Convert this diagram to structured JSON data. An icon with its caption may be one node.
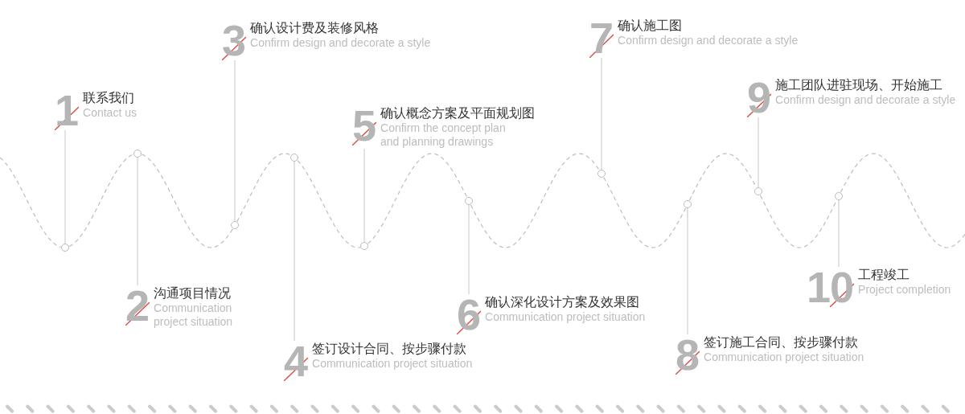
{
  "diagram": {
    "nodes": [
      {
        "text": [
          "1",
          "联系我们",
          "Contact us"
        ]
      },
      {
        "text": [
          "2",
          "沟通项目情况",
          "Communication project situation"
        ]
      },
      {
        "text": [
          "3",
          "确认设计费及装修风格",
          "Confirm design and decorate a style"
        ]
      },
      {
        "text": [
          "4",
          "签订设计合同、按步骤付款",
          "Communication project situation"
        ]
      },
      {
        "text": [
          "5",
          "确认概念方案及平面规划图",
          "Confirm the concept plan and planning drawings"
        ]
      },
      {
        "text": [
          "6",
          "确认深化设计方案及效果图",
          "Communication project situation"
        ]
      },
      {
        "text": [
          "7",
          "确认施工图",
          "Confirm design and decorate a style"
        ]
      },
      {
        "text": [
          "8",
          "签订施工合同、按步骤付款",
          "Communication project situation"
        ]
      },
      {
        "text": [
          "9",
          "施工团队进驻现场、开始施工",
          "Confirm design and decorate a style"
        ]
      },
      {
        "text": [
          "10",
          "工程竣工",
          "Project completion"
        ]
      },
      {
        "text": [],
        "shape": "circle"
      },
      {
        "text": [],
        "shape": "circle"
      },
      {
        "text": [],
        "shape": "circle"
      },
      {
        "text": [],
        "shape": "circle"
      },
      {
        "text": [],
        "shape": "circle"
      },
      {
        "text": [],
        "shape": "circle"
      },
      {
        "text": [],
        "shape": "circle"
      },
      {
        "text": [],
        "shape": "circle"
      },
      {
        "text": [],
        "shape": "circle"
      },
      {
        "text": [],
        "shape": "circle"
      }
    ],
    "edges": [
      {
        "from": 0,
        "to": 10,
        "arrow": "none"
      },
      {
        "from": 1,
        "to": 11,
        "arrow": "none"
      },
      {
        "from": 2,
        "to": 12,
        "arrow": "none"
      },
      {
        "from": 3,
        "to": 13,
        "arrow": "none"
      },
      {
        "from": 4,
        "to": 14,
        "arrow": "none"
      },
      {
        "from": 5,
        "to": 15,
        "arrow": "none"
      },
      {
        "from": 6,
        "to": 16,
        "arrow": "none"
      },
      {
        "from": 7,
        "to": 17,
        "arrow": "none"
      },
      {
        "from": 8,
        "to": 18,
        "arrow": "none"
      },
      {
        "from": 9,
        "to": 19,
        "arrow": "none"
      },
      {
        "from": null,
        "to": 10,
        "arrow": "none",
        "style": "dashed"
      },
      {
        "from": 10,
        "to": 11,
        "arrow": "none",
        "style": "dashed"
      },
      {
        "from": 11,
        "to": 12,
        "arrow": "none",
        "style": "dashed"
      },
      {
        "from": 12,
        "to": 13,
        "arrow": "none",
        "style": "dashed"
      },
      {
        "from": 13,
        "to": 14,
        "arrow": "none",
        "style": "dashed"
      },
      {
        "from": 14,
        "to": 15,
        "arrow": "none",
        "style": "dashed"
      },
      {
        "from": 15,
        "to": 16,
        "arrow": "none",
        "style": "dashed"
      },
      {
        "from": 16,
        "to": 17,
        "arrow": "none",
        "style": "dashed"
      },
      {
        "from": 17,
        "to": 18,
        "arrow": "none",
        "style": "dashed"
      },
      {
        "from": 18,
        "to": 19,
        "arrow": "none",
        "style": "dashed"
      },
      {
        "from": 19,
        "to": null,
        "arrow": "none",
        "style": "dashed"
      }
    ]
  }
}
